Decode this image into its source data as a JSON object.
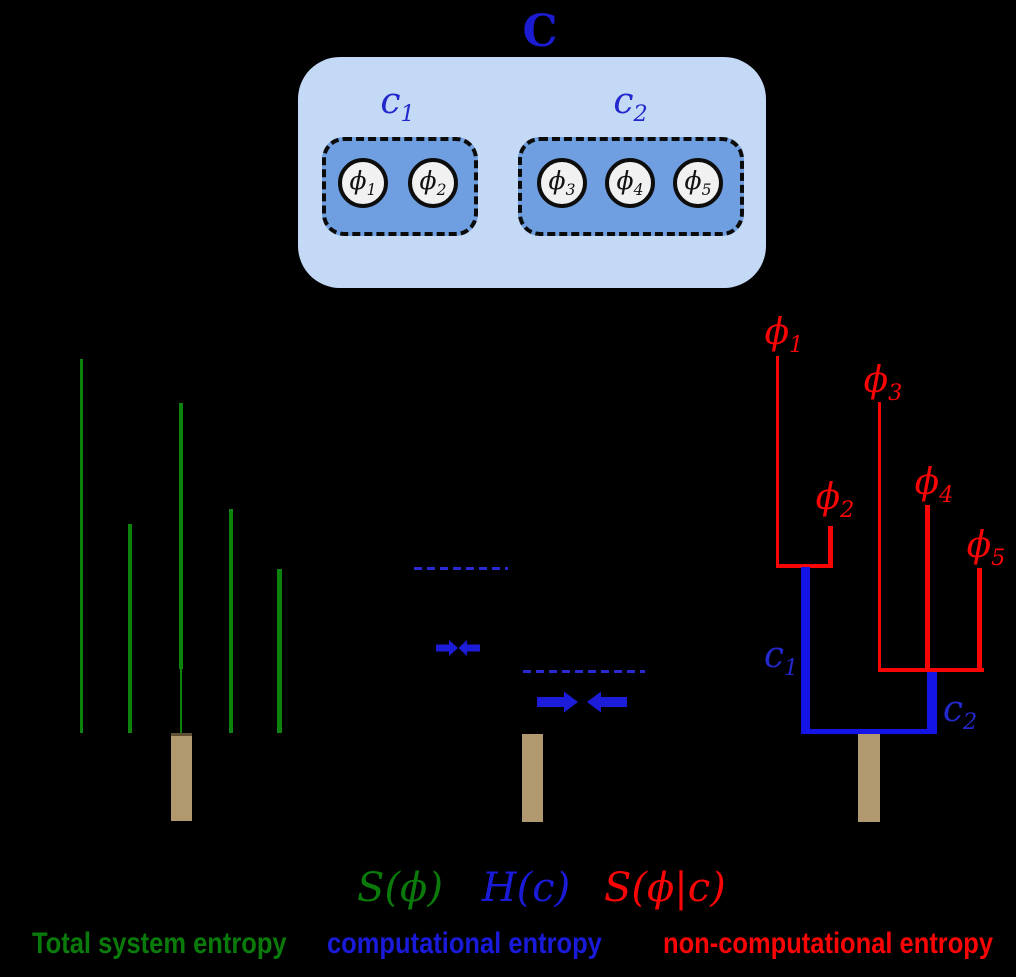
{
  "labels": {
    "C": "C",
    "c1": {
      "main": "c",
      "sub": "1"
    },
    "c2": {
      "main": "c",
      "sub": "2"
    },
    "phi1": {
      "main": "ϕ",
      "sub": "1"
    },
    "phi2": {
      "main": "ϕ",
      "sub": "2"
    },
    "phi3": {
      "main": "ϕ",
      "sub": "3"
    },
    "phi4": {
      "main": "ϕ",
      "sub": "4"
    },
    "phi5": {
      "main": "ϕ",
      "sub": "5"
    }
  },
  "legend": {
    "total": {
      "formula": "S(ϕ)",
      "caption": "Total system entropy",
      "color": "#0a7a0a"
    },
    "computational": {
      "formula": "H(c)",
      "caption": "computational entropy",
      "color": "#1a1ad9"
    },
    "non_computational": {
      "formula": "S(ϕ|c)",
      "caption": "non-computational entropy",
      "color": "#fa0505"
    }
  },
  "colors": {
    "background": "#000000",
    "outer_box": "#c3d9f5",
    "cluster_box": "#6f9fe0",
    "node_fill": "#f1f1f1",
    "entropy_green": "#0d830d",
    "computational_blue": "#1414e6",
    "non_computational_red": "#fa0505",
    "trunk_tan": "#b0996f"
  }
}
